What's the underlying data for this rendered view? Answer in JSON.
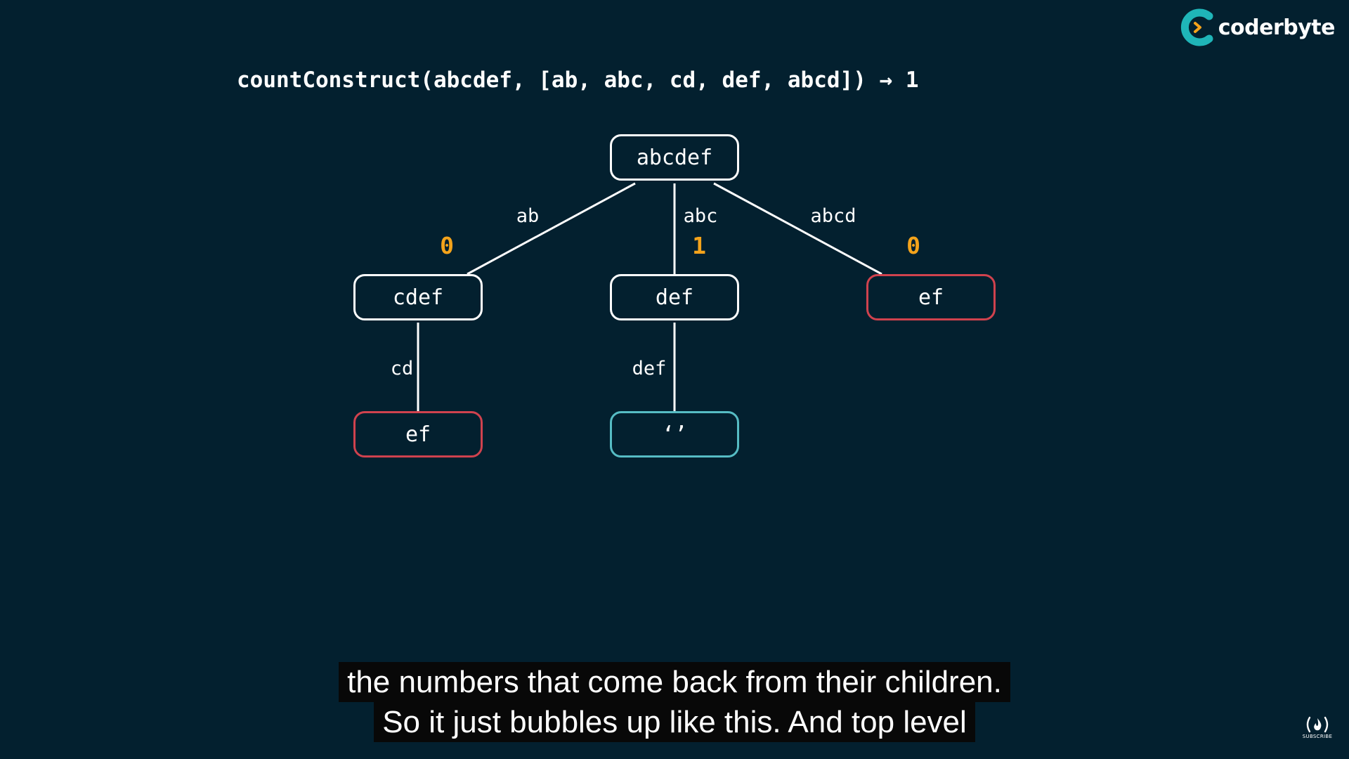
{
  "brand": {
    "name": "coderbyte",
    "icon": "coderbyte-logo-icon",
    "colors": {
      "mark": "#1fb5b8",
      "chevron": "#f4a31b"
    }
  },
  "formula": "countConstruct(abcdef, [ab, abc, cd, def, abcd]) → 1",
  "tree": {
    "nodes": {
      "root": "abcdef",
      "cdef": "cdef",
      "def": "def",
      "ef_right": "ef",
      "ef_left": "ef",
      "empty": "‘’"
    },
    "edges": {
      "ab": "ab",
      "abc": "abc",
      "abcd": "abcd",
      "cd": "cd",
      "def": "def"
    },
    "counts": {
      "cdef": "0",
      "def": "1",
      "ef_right": "0"
    },
    "colors": {
      "default": "#ffffff",
      "fail": "#d0424e",
      "success": "#56bcc4",
      "count": "#f4a31b"
    }
  },
  "captions": [
    "the numbers that come back from their children.",
    "So it just bubbles up like this. And top level"
  ],
  "subscribe": {
    "label": "SUBSCRIBE",
    "icon": "freecodecamp-flame-icon"
  }
}
